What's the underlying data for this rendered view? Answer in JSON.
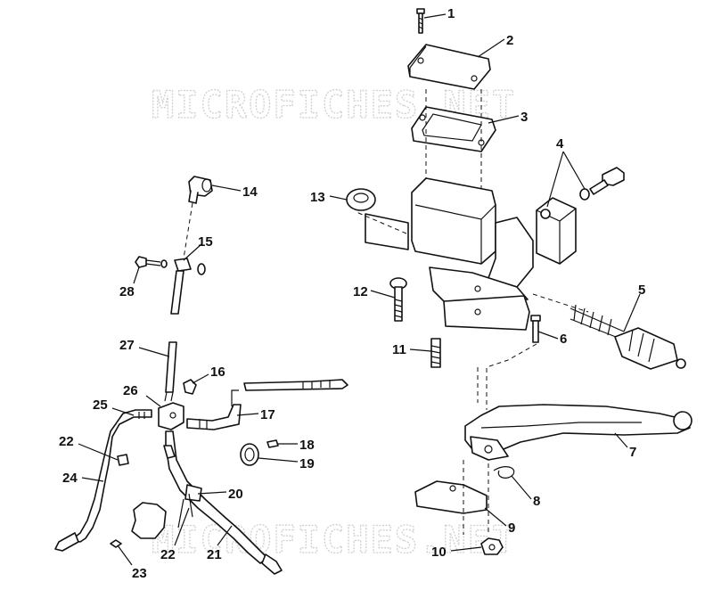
{
  "watermark": "MICROFICHES.NET",
  "callouts": {
    "c1": "1",
    "c2": "2",
    "c3": "3",
    "c4": "4",
    "c5": "5",
    "c6": "6",
    "c7": "7",
    "c8": "8",
    "c9": "9",
    "c10": "10",
    "c11": "11",
    "c12": "12",
    "c13": "13",
    "c14": "14",
    "c15": "15",
    "c16": "16",
    "c17": "17",
    "c18": "18",
    "c19": "19",
    "c20": "20",
    "c21": "21",
    "c22a": "22",
    "c22b": "22",
    "c23": "23",
    "c24": "24",
    "c25": "25",
    "c26": "26",
    "c27": "27",
    "c28": "28"
  }
}
